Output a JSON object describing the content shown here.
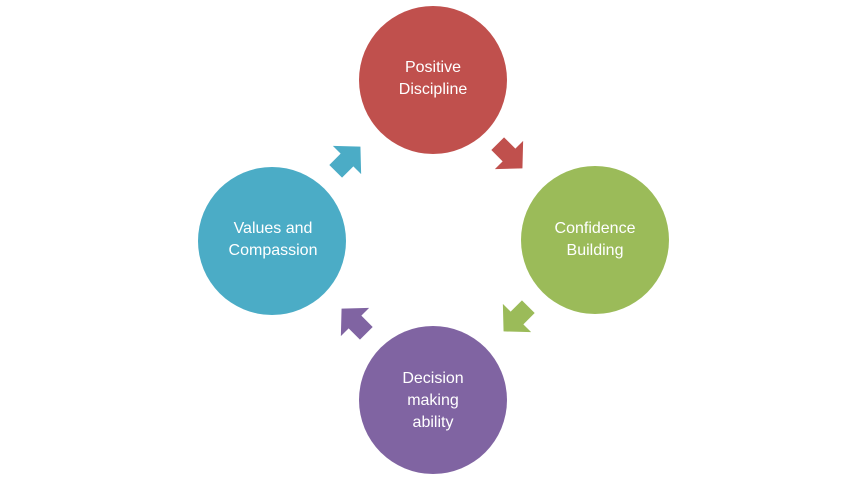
{
  "nodes": [
    {
      "label": "Positive Discipline",
      "lines": [
        "Positive",
        "Discipline"
      ],
      "color": "#C0504D"
    },
    {
      "label": "Confidence Building",
      "lines": [
        "Confidence",
        "Building"
      ],
      "color": "#9BBB59"
    },
    {
      "label": "Decision making ability",
      "lines": [
        "Decision",
        "making",
        "ability"
      ],
      "color": "#8064A2"
    },
    {
      "label": "Values and Compassion",
      "lines": [
        "Values and",
        "Compassion"
      ],
      "color": "#4BACC6"
    }
  ]
}
